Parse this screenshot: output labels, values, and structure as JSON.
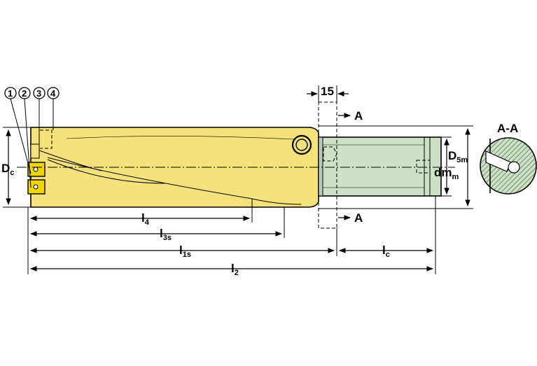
{
  "markers": [
    "1",
    "2",
    "3",
    "4"
  ],
  "labels": {
    "dc_main": "D",
    "dc_sub": "c",
    "d5m_main": "D",
    "d5m_sub": "5m",
    "dmm_main": "dm",
    "dmm_sub": "m",
    "section_title": "A-A",
    "section_a_top": "A",
    "section_a_bottom": "A",
    "width_15": "15",
    "l4_main": "l",
    "l4_sub": "4",
    "l3s_main": "l",
    "l3s_sub": "3s",
    "l1s_main": "l",
    "l1s_sub": "1s",
    "lc_main": "l",
    "lc_sub": "c",
    "l2_main": "l",
    "l2_sub": "2"
  },
  "colors": {
    "body_yellow": "#f5e27a",
    "shank_green": "#cfe0c8",
    "insert_yellow": "#f2d400",
    "hatch_green": "#6f8f6a",
    "outline": "#000000"
  }
}
